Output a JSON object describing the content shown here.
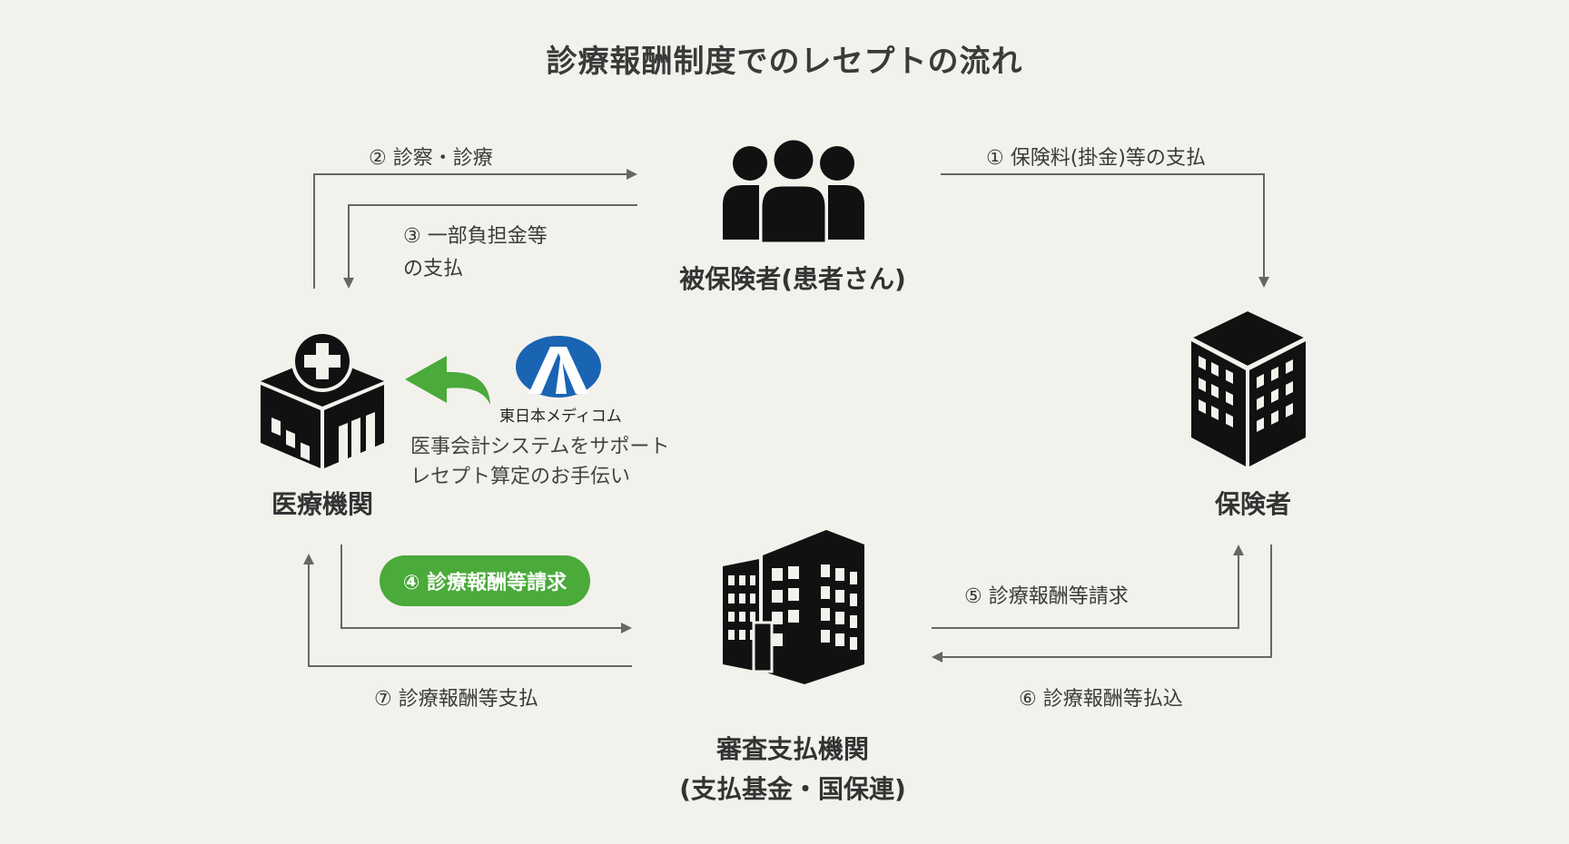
{
  "title": "診療報酬制度でのレセプトの流れ",
  "nodes": {
    "insured": "被保険者(患者さん)",
    "medical": "医療機関",
    "insurer": "保険者",
    "review_line1": "審査支払機関",
    "review_line2": "(支払基金・国保連)"
  },
  "flows": {
    "f1": "① 保険料(掛金)等の支払",
    "f2": "② 診察・診療",
    "f3_line1": "③ 一部負担金等",
    "f3_line2": "の支払",
    "f4": "④ 診療報酬等請求",
    "f5": "⑤ 診療報酬等請求",
    "f6": "⑥ 診療報酬等払込",
    "f7": "⑦ 診療報酬等支払"
  },
  "support": {
    "company": "東日本メディコム",
    "line1": "医事会計システムをサポート",
    "line2": "レセプト算定のお手伝い"
  },
  "colors": {
    "background": "#f3f1ec",
    "line": "#666666",
    "accent_green": "#4aaa3a",
    "logo_blue": "#1a64b4",
    "icon": "#111111"
  },
  "icons": {
    "insured": "people-group-icon",
    "medical": "hospital-icon",
    "insurer": "office-building-icon",
    "review": "buildings-icon",
    "support": "curved-arrow-icon",
    "logo": "medicom-logo"
  }
}
